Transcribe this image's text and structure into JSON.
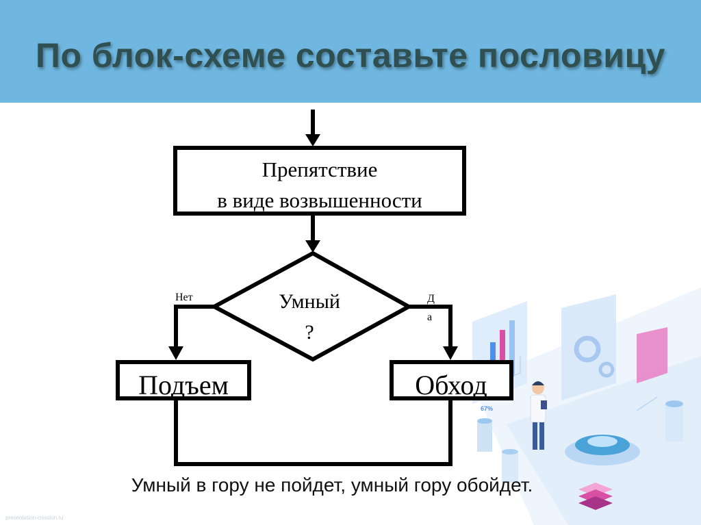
{
  "slide": {
    "title": "По блок-схеме составьте пословицу",
    "answer": "Умный в гору не пойдет, умный гору обойдет.",
    "footer": "presentation-creation.ru"
  },
  "flowchart": {
    "process_line1": "Препятствие",
    "process_line2": "в виде возвышенности",
    "decision_line1": "Умный",
    "decision_line2": "?",
    "no_label": "Нет",
    "yes_label_1": "Д",
    "yes_label_2": "а",
    "left_box": "Подъем",
    "right_box": "Обход"
  },
  "illustration": {
    "gauge_text": "67%"
  },
  "colors": {
    "header": "#6fb7e0",
    "title_text": "#2f4f50",
    "accent": "#4aa3d8",
    "magenta": "#d94fa3"
  }
}
